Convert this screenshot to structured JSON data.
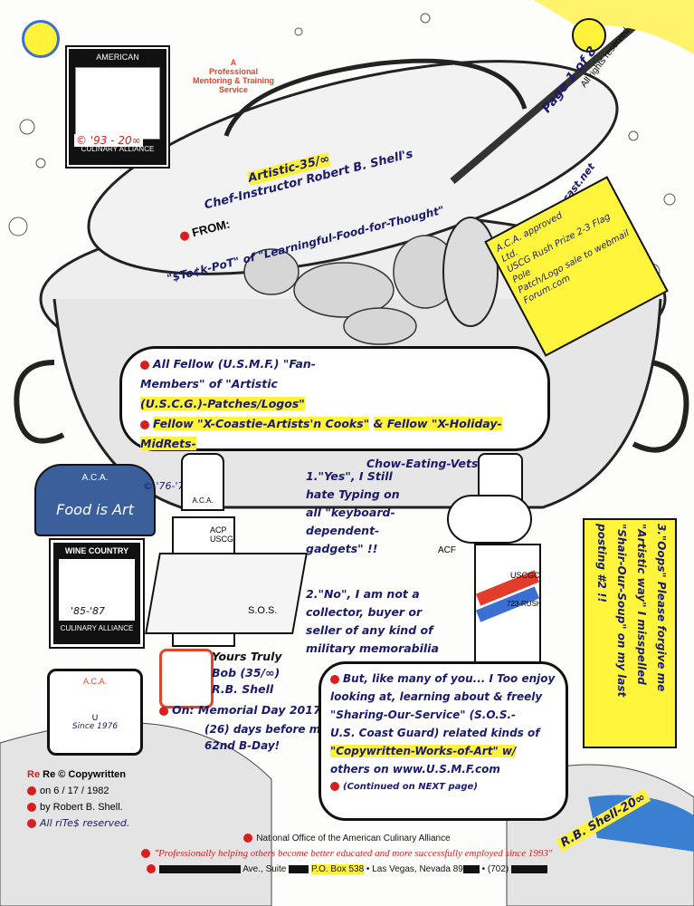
{
  "logo_top": {
    "line1": "AMERICAN",
    "line2": "CULINARY ALLIANCE",
    "years": "© '93 - 20∞"
  },
  "tagline": {
    "l1": "A",
    "l2": "Professional",
    "l3": "Mentoring & Training",
    "l4": "Service"
  },
  "page_label": "Page 1 of 8",
  "rights": "All rights reserved.",
  "lid": {
    "l1": "Artistic-35/∞",
    "l2": "Chef-Instructor Robert B. Shell's",
    "from": "FROM:",
    "l3": "\"$To¢k-PoT\" of \"Learningful-Food-for-Thought\""
  },
  "badge_url": "Barge-20∞@comcast.net",
  "yellow_note": {
    "l1": "A.C.A. approved",
    "l2": "Ltd.",
    "l3": "USCG Rush Prize 2-3 Flag Pole",
    "l4": "Patch/Logo sale to webmail",
    "l5": "Forum.com"
  },
  "bubble_top": {
    "l1": "All Fellow (U.S.M.F.) \"Fan-",
    "l2": "Members\" of \"Artistic",
    "l3": "(U.S.C.G.)-Patches/Logos\"",
    "l4": "& Fellow \"X-Holiday-MidRets-",
    "l5": "Fellow \"X-Coastie-Artists'n Cooks\"",
    "l6": "Chow-Eating-Vets\"."
  },
  "badge_aca": {
    "title": "A.C.A.",
    "motto": "Food is Art",
    "years": "© '76-'79"
  },
  "wine": {
    "title": "WINE COUNTRY",
    "sub": "CULINARY ALLIANCE",
    "years": "'85-'87"
  },
  "chef": {
    "hat": "A.C.A.",
    "acp": "ACP",
    "uscg": "USCG"
  },
  "sos": "S.O.S.",
  "dog": {
    "acf": "ACF",
    "uscgc": "USCGC",
    "rush": "723-RUSH"
  },
  "bubble_mid": {
    "y1": "1.\"Yes\", I Still",
    "y2": "hate Typing on",
    "y3": "all \"keyboard-",
    "y4": "dependent-",
    "y5": "gadgets\" !!",
    "n1": "2.\"No\", I am not a",
    "n2": "collector, buyer or",
    "n3": "seller of any kind of",
    "n4": "military memorabilia"
  },
  "right_note": {
    "l1": "3.\"Oops\" Please forgive me",
    "l2": "\"Artistic way\" I misspelled",
    "l3": "\"Shair-Our-Soup\" on my last",
    "l4": "posting #2 !!"
  },
  "signoff": {
    "yours": "Yours Truly",
    "bob": "Bob (35/∞)",
    "rb": "R.B. Shell",
    "on": "On: Memorial Day 2017",
    "before": "(26) days before my",
    "bday": "62nd B-Day!"
  },
  "bubble_bot": {
    "l1": "But, like many of you... I Too enjoy",
    "l2": "looking at, learning about & freely",
    "l3": "\"Sharing-Our-Service\" (S.O.S.-",
    "l4": "U.S. Coast Guard) related kinds of",
    "l5": "\"Copywritten-Works-of-Art\" w/",
    "l6": "others on www.U.S.M.F.com",
    "cont": "Continued on NEXT page"
  },
  "left_badge": {
    "top": "A.C.A.",
    "bottom": "Since 1976",
    "u": "U"
  },
  "copyright": {
    "l1": "Re © Copywritten",
    "l2": "on 6 / 17 / 1982",
    "l3": "by Robert B. Shell.",
    "l4": "All riTe$ reserved."
  },
  "sig_right": "R.B. Shell-20∞",
  "footer": {
    "l1": "National Office of the American Culinary Alliance",
    "l2": "\"Professionally helping others become better educated and more successfully employed since 1993\"",
    "l3a": "Ave., Suite",
    "l3b": "P.O. Box 538",
    "l3c": "• Las Vegas, Nevada 89",
    "l3d": "• (702)"
  }
}
